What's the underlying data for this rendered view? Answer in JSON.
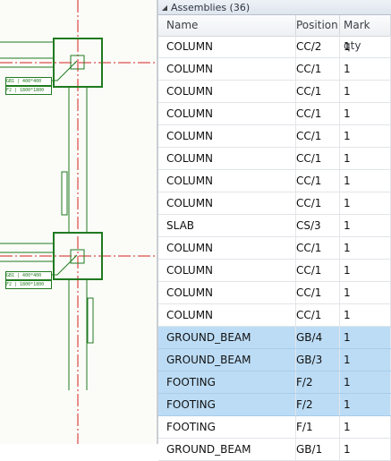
{
  "drawing": {
    "labels": [
      {
        "text": "GB1 | 400*400"
      },
      {
        "text": "F2 | 1800*1800"
      },
      {
        "text": "GB1 | 400*400"
      },
      {
        "text": "F2 | 1800*1800"
      }
    ]
  },
  "panel": {
    "title": "Assemblies (36)",
    "columns": {
      "name": "Name",
      "position": "Position",
      "mark_qty": "Mark qty"
    },
    "rows": [
      {
        "name": "COLUMN",
        "position": "CC/2",
        "qty": "1",
        "selected": false
      },
      {
        "name": "COLUMN",
        "position": "CC/1",
        "qty": "1",
        "selected": false
      },
      {
        "name": "COLUMN",
        "position": "CC/1",
        "qty": "1",
        "selected": false
      },
      {
        "name": "COLUMN",
        "position": "CC/1",
        "qty": "1",
        "selected": false
      },
      {
        "name": "COLUMN",
        "position": "CC/1",
        "qty": "1",
        "selected": false
      },
      {
        "name": "COLUMN",
        "position": "CC/1",
        "qty": "1",
        "selected": false
      },
      {
        "name": "COLUMN",
        "position": "CC/1",
        "qty": "1",
        "selected": false
      },
      {
        "name": "COLUMN",
        "position": "CC/1",
        "qty": "1",
        "selected": false
      },
      {
        "name": "SLAB",
        "position": "CS/3",
        "qty": "1",
        "selected": false
      },
      {
        "name": "COLUMN",
        "position": "CC/1",
        "qty": "1",
        "selected": false
      },
      {
        "name": "COLUMN",
        "position": "CC/1",
        "qty": "1",
        "selected": false
      },
      {
        "name": "COLUMN",
        "position": "CC/1",
        "qty": "1",
        "selected": false
      },
      {
        "name": "COLUMN",
        "position": "CC/1",
        "qty": "1",
        "selected": false
      },
      {
        "name": "GROUND_BEAM",
        "position": "GB/4",
        "qty": "1",
        "selected": true
      },
      {
        "name": "GROUND_BEAM",
        "position": "GB/3",
        "qty": "1",
        "selected": true
      },
      {
        "name": "FOOTING",
        "position": "F/2",
        "qty": "1",
        "selected": true
      },
      {
        "name": "FOOTING",
        "position": "F/2",
        "qty": "1",
        "selected": true
      },
      {
        "name": "FOOTING",
        "position": "F/1",
        "qty": "1",
        "selected": false
      },
      {
        "name": "GROUND_BEAM",
        "position": "GB/1",
        "qty": "1",
        "selected": false
      }
    ],
    "selection_color": "#bcdcf5"
  },
  "colors": {
    "drawing_green": "#1f7a1f",
    "gridline_red": "#d42020"
  }
}
